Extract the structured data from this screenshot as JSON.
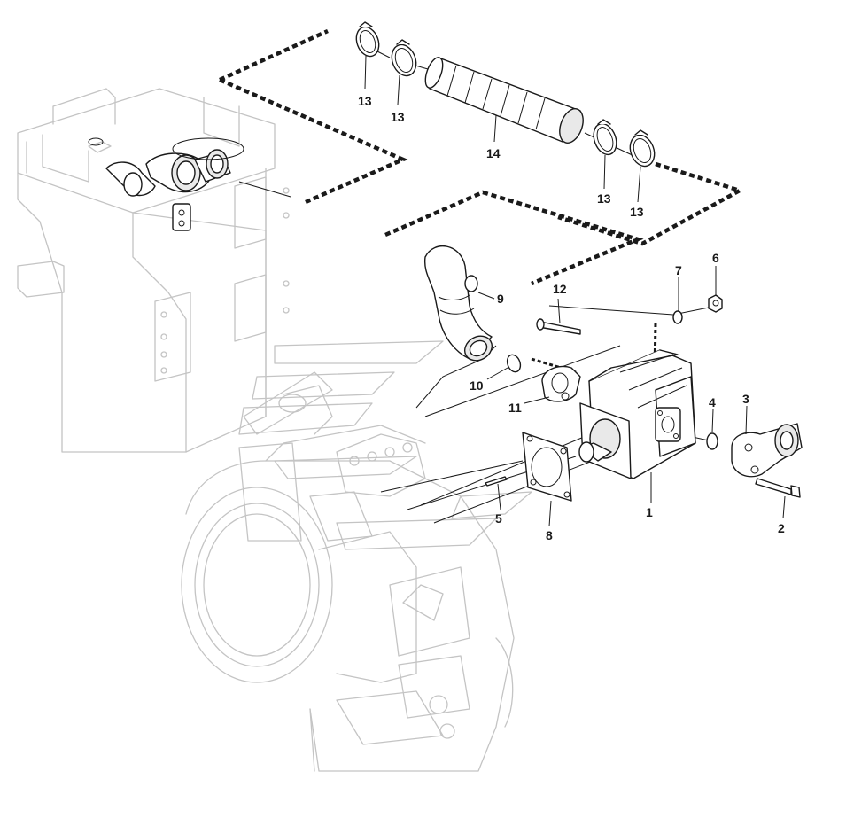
{
  "callouts": [
    {
      "id": "c1",
      "label": "1"
    },
    {
      "id": "c2",
      "label": "2"
    },
    {
      "id": "c3",
      "label": "3"
    },
    {
      "id": "c4",
      "label": "4"
    },
    {
      "id": "c5",
      "label": "5"
    },
    {
      "id": "c6",
      "label": "6"
    },
    {
      "id": "c7",
      "label": "7"
    },
    {
      "id": "c8",
      "label": "8"
    },
    {
      "id": "c9",
      "label": "9"
    },
    {
      "id": "c10",
      "label": "10"
    },
    {
      "id": "c11",
      "label": "11"
    },
    {
      "id": "c12",
      "label": "12"
    },
    {
      "id": "c13a",
      "label": "13"
    },
    {
      "id": "c13b",
      "label": "13"
    },
    {
      "id": "c13c",
      "label": "13"
    },
    {
      "id": "c13d",
      "label": "13"
    },
    {
      "id": "c14",
      "label": "14"
    }
  ],
  "colors": {
    "ink": "#1a1a1a",
    "ghost": "#c4c4c4",
    "background": "#ffffff"
  }
}
